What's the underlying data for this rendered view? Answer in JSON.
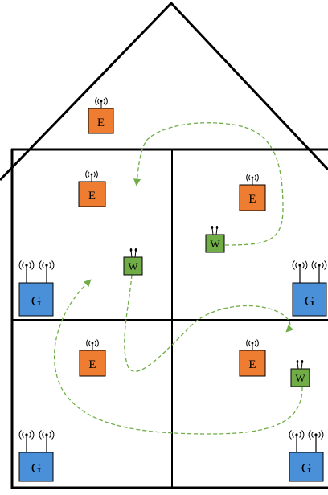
{
  "colors": {
    "outline": "#000000",
    "gateway": "#4a90d9",
    "endpoint": "#ee7d31",
    "wearable": "#70ad47",
    "path": "#70ad47",
    "background": "#ffffff"
  },
  "labels": {
    "gateway": "G",
    "endpoint": "E",
    "wearable": "W"
  },
  "icons": {
    "antenna": "radio-antenna-icon",
    "path_arrow": "arrowhead-icon"
  },
  "devices": {
    "gateways": [
      "G",
      "G",
      "G",
      "G"
    ],
    "endpoints": [
      "E",
      "E",
      "E",
      "E",
      "E"
    ],
    "wearables": [
      "W",
      "W",
      "W"
    ]
  }
}
